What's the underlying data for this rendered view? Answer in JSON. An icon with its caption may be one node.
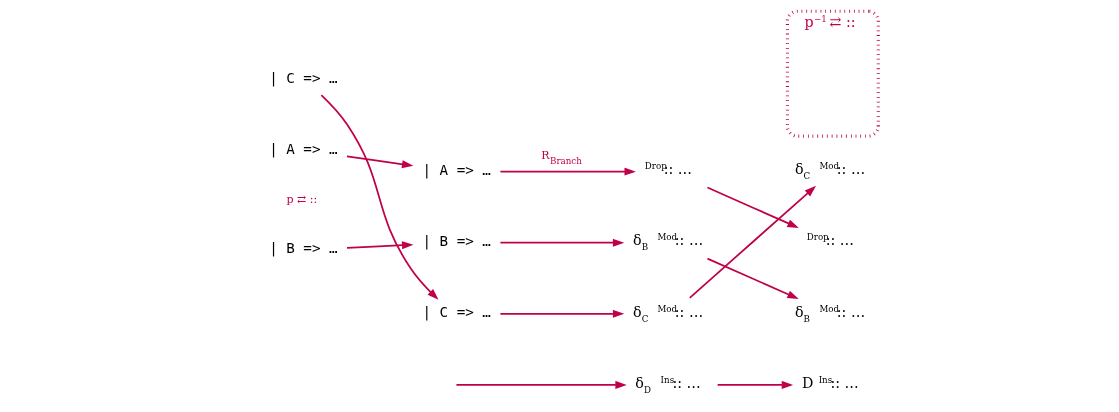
{
  "diagram": {
    "nodes": [
      {
        "text": [
          "| C => …"
        ]
      },
      {
        "text": [
          "| A => …"
        ]
      },
      {
        "text": [
          "| B => …"
        ]
      },
      {
        "text": [
          "| A => …"
        ]
      },
      {
        "text": [
          "| B => …"
        ]
      },
      {
        "text": [
          "| C => …"
        ]
      },
      {
        "text": [
          "$^{Drop}$:: …"
        ]
      },
      {
        "text": [
          "δ$_{B}$ $^{Mod}$:: …"
        ]
      },
      {
        "text": [
          "δ$_{C}$ $^{Mod}$:: …"
        ]
      },
      {
        "text": [
          "δ$_{D}$ $^{Ins}$:: …"
        ]
      },
      {
        "text": [
          "p$^{−1}$ ⇄ ::"
        ]
      },
      {
        "text": [
          "δ$_{C}$ $^{Mod}$:: …"
        ]
      },
      {
        "text": [
          "$^{Drop}$:: …"
        ]
      },
      {
        "text": [
          "δ$_{B}$ $^{Mod}$:: …"
        ]
      },
      {
        "text": [
          "D $^{Ins}$:: …"
        ]
      }
    ],
    "edges": [
      {
        "from": 0,
        "to": 5,
        "arrow": "to"
      },
      {
        "from": 1,
        "to": 3,
        "arrow": "to"
      },
      {
        "from": 2,
        "to": 4,
        "arrow": "to"
      },
      {
        "from": 3,
        "to": 6,
        "arrow": "to",
        "label": "R$_{Branch}$"
      },
      {
        "from": 4,
        "to": 7,
        "arrow": "to"
      },
      {
        "from": 5,
        "to": 8,
        "arrow": "to"
      },
      {
        "from": null,
        "to": 9,
        "arrow": "to"
      },
      {
        "from": 6,
        "to": 12,
        "arrow": "to"
      },
      {
        "from": 7,
        "to": 13,
        "arrow": "to"
      },
      {
        "from": 8,
        "to": 11,
        "arrow": "to"
      },
      {
        "from": 9,
        "to": 14,
        "arrow": "to"
      }
    ],
    "labels": [
      "p ⇄ ::"
    ]
  }
}
